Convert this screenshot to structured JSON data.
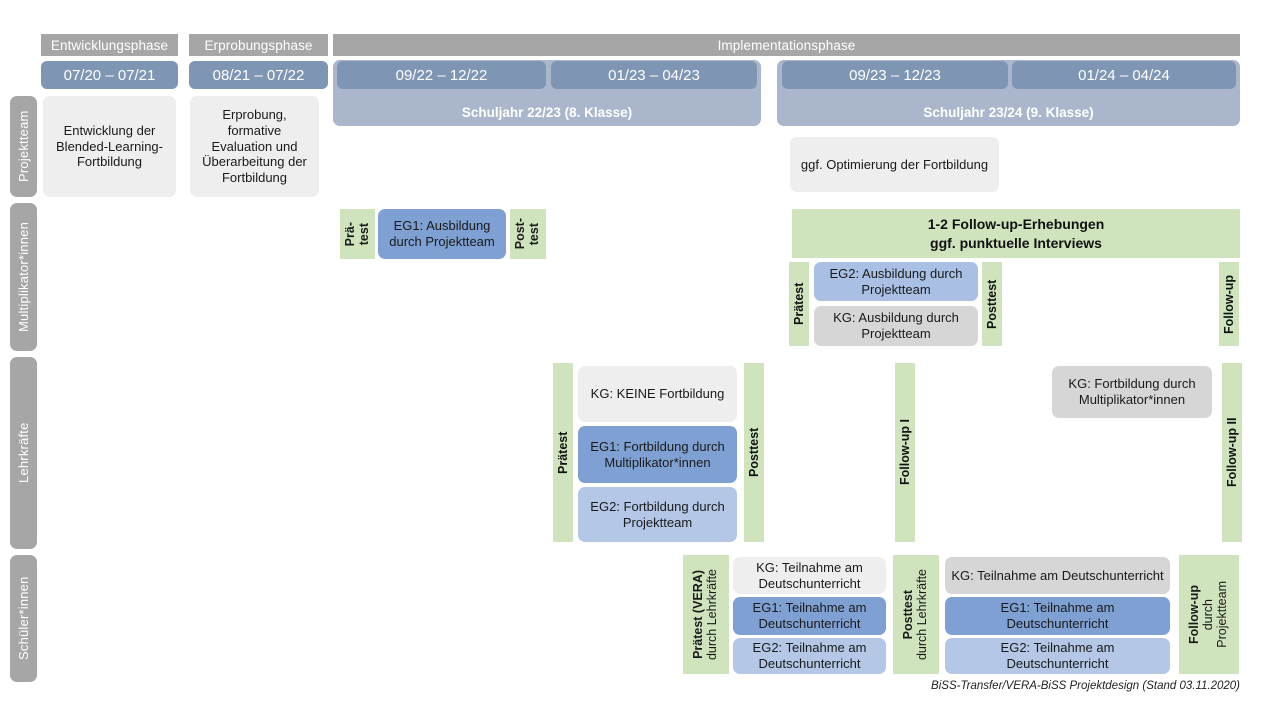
{
  "title": "BiSS-Transfer/VERA-BiSS Projektdesign",
  "phases": [
    {
      "label": "Entwicklungsphase"
    },
    {
      "label": "Erprobungsphase"
    },
    {
      "label": "Implementationsphase"
    }
  ],
  "periods": [
    {
      "label": "07/20 – 07/21"
    },
    {
      "label": "08/21 – 07/22"
    },
    {
      "label": "09/22 – 12/22"
    },
    {
      "label": "01/23 – 04/23"
    },
    {
      "label": "09/23 – 12/23"
    },
    {
      "label": "01/24 – 04/24"
    }
  ],
  "school_years": [
    {
      "label": "Schuljahr 22/23 (8. Klasse)"
    },
    {
      "label": "Schuljahr 23/24 (9. Klasse)"
    }
  ],
  "rows": [
    {
      "label": "Projektteam"
    },
    {
      "label": "Multiplikator*innen"
    },
    {
      "label": "Lehrkräfte"
    },
    {
      "label": "Schüler*innen"
    }
  ],
  "projektteam": {
    "entwicklung": "Entwicklung der Blended-Learning-Fortbildung",
    "erprobung": "Erprobung, formative Evaluation und Überarbeitung der Fortbildung",
    "optimierung": "ggf. Optimierung der Fortbildung"
  },
  "multiplikatoren": {
    "praetest_short_line1": "Prä-",
    "praetest_short_line2": "test",
    "posttest_short_line1": "Post-",
    "posttest_short_line2": "test",
    "eg1_ausbildung": "EG1: Ausbildung durch Projektteam",
    "followup_banner_line1": "1-2 Follow-up-Erhebungen",
    "followup_banner_line2": "ggf. punktuelle Interviews",
    "praetest": "Prätest",
    "posttest": "Posttest",
    "followup": "Follow-up",
    "eg2_ausbildung": "EG2: Ausbildung durch Projektteam",
    "kg_ausbildung": "KG: Ausbildung durch Projektteam"
  },
  "lehrkraefte": {
    "praetest": "Prätest",
    "posttest": "Posttest",
    "followup_1": "Follow-up I",
    "followup_2": "Follow-up II",
    "kg_keine": "KG:  KEINE Fortbildung",
    "eg1_fortbildung": "EG1: Fortbildung durch Multiplikator*innen",
    "eg2_fortbildung": "EG2: Fortbildung durch Projektteam",
    "kg_fortbildung": "KG: Fortbildung durch Multiplikator*innen"
  },
  "schuelerinnen": {
    "praetest_bold": "Prätest (VERA)",
    "praetest_sub": "durch Lehrkräfte",
    "posttest_bold": "Posttest",
    "posttest_sub": "durch Lehrkräfte",
    "followup_bold": "Follow-up",
    "followup_sub_line1": "durch",
    "followup_sub_line2": "Projektteam",
    "kg_teilnahme": "KG: Teilnahme am Deutschunterricht",
    "eg1_teilnahme": "EG1: Teilnahme am Deutschunterricht",
    "eg2_teilnahme": "EG2: Teilnahme am Deutschunterricht"
  },
  "footer": "BiSS-Transfer/VERA-BiSS Projektdesign (Stand 03.11.2020)",
  "colors": {
    "phase_header": "#a6a6a6",
    "date_bar": "#7e95b4",
    "school_band": "#aab6cc",
    "row_label": "#a6a6a6",
    "green_strip": "#cfe4bd",
    "kg_gray_light": "#eeeeee",
    "kg_gray": "#d6d6d6",
    "eg1_blue_dark": "#7fa0d2",
    "eg2_blue_mid": "#a9c0e4",
    "eg2_blue_light": "#b4c7e7"
  }
}
